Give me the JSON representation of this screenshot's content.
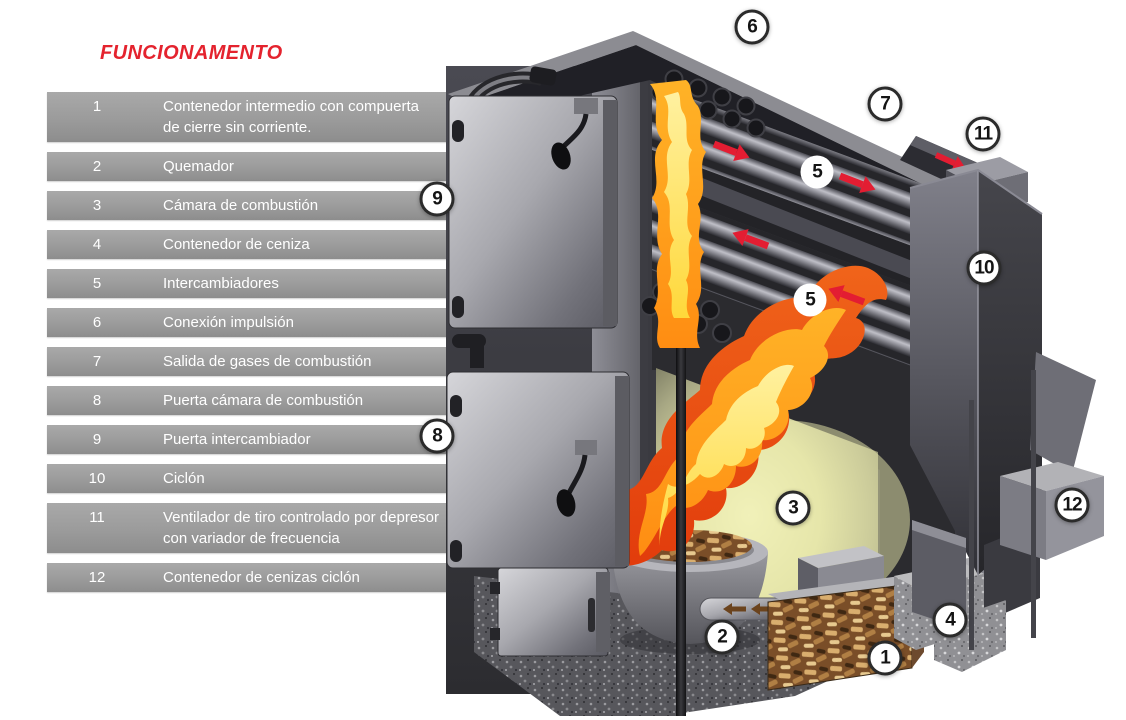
{
  "title": {
    "text": "FUNCIONAMENTO",
    "color": "#e4232e"
  },
  "legend": {
    "items": [
      {
        "num": "1",
        "label": "Contenedor intermedio con compuerta de cierre sin corriente."
      },
      {
        "num": "2",
        "label": "Quemador"
      },
      {
        "num": "3",
        "label": "Cámara de combustión"
      },
      {
        "num": "4",
        "label": "Contenedor de ceniza"
      },
      {
        "num": "5",
        "label": "Intercambiadores"
      },
      {
        "num": "6",
        "label": "Conexión impulsión"
      },
      {
        "num": "7",
        "label": "Salida de gases de combustión"
      },
      {
        "num": "8",
        "label": "Puerta cámara de combustión"
      },
      {
        "num": "9",
        "label": "Puerta intercambiador"
      },
      {
        "num": "10",
        "label": "Ciclón"
      },
      {
        "num": "11",
        "label": "Ventilador de tiro controlado por depresor con variador de frecuencia"
      },
      {
        "num": "12",
        "label": "Contenedor de cenizas ciclón"
      }
    ]
  },
  "callouts": [
    {
      "num": "6"
    },
    {
      "num": "7"
    },
    {
      "num": "11"
    },
    {
      "num": "9"
    },
    {
      "num": "5"
    },
    {
      "num": "10"
    },
    {
      "num": "5"
    },
    {
      "num": "8"
    },
    {
      "num": "3"
    },
    {
      "num": "12"
    },
    {
      "num": "2"
    },
    {
      "num": "4"
    },
    {
      "num": "1"
    }
  ],
  "colors": {
    "accent_red": "#e4232e",
    "arrow_red": "#e31d32",
    "conveyor_arrow_brown": "#6b431d",
    "legend_bar_gray": "#9b9b9b",
    "legend_text": "#ffffff",
    "metal_light": "#c9c9cd",
    "metal_dark": "#2b2b2f",
    "flame_outer": "#e23c0c",
    "flame_mid": "#ff9a1c",
    "flame_core": "#ffe24a",
    "chamber_glow": "#e9e9b4",
    "wood_brown": "#a9764a"
  }
}
